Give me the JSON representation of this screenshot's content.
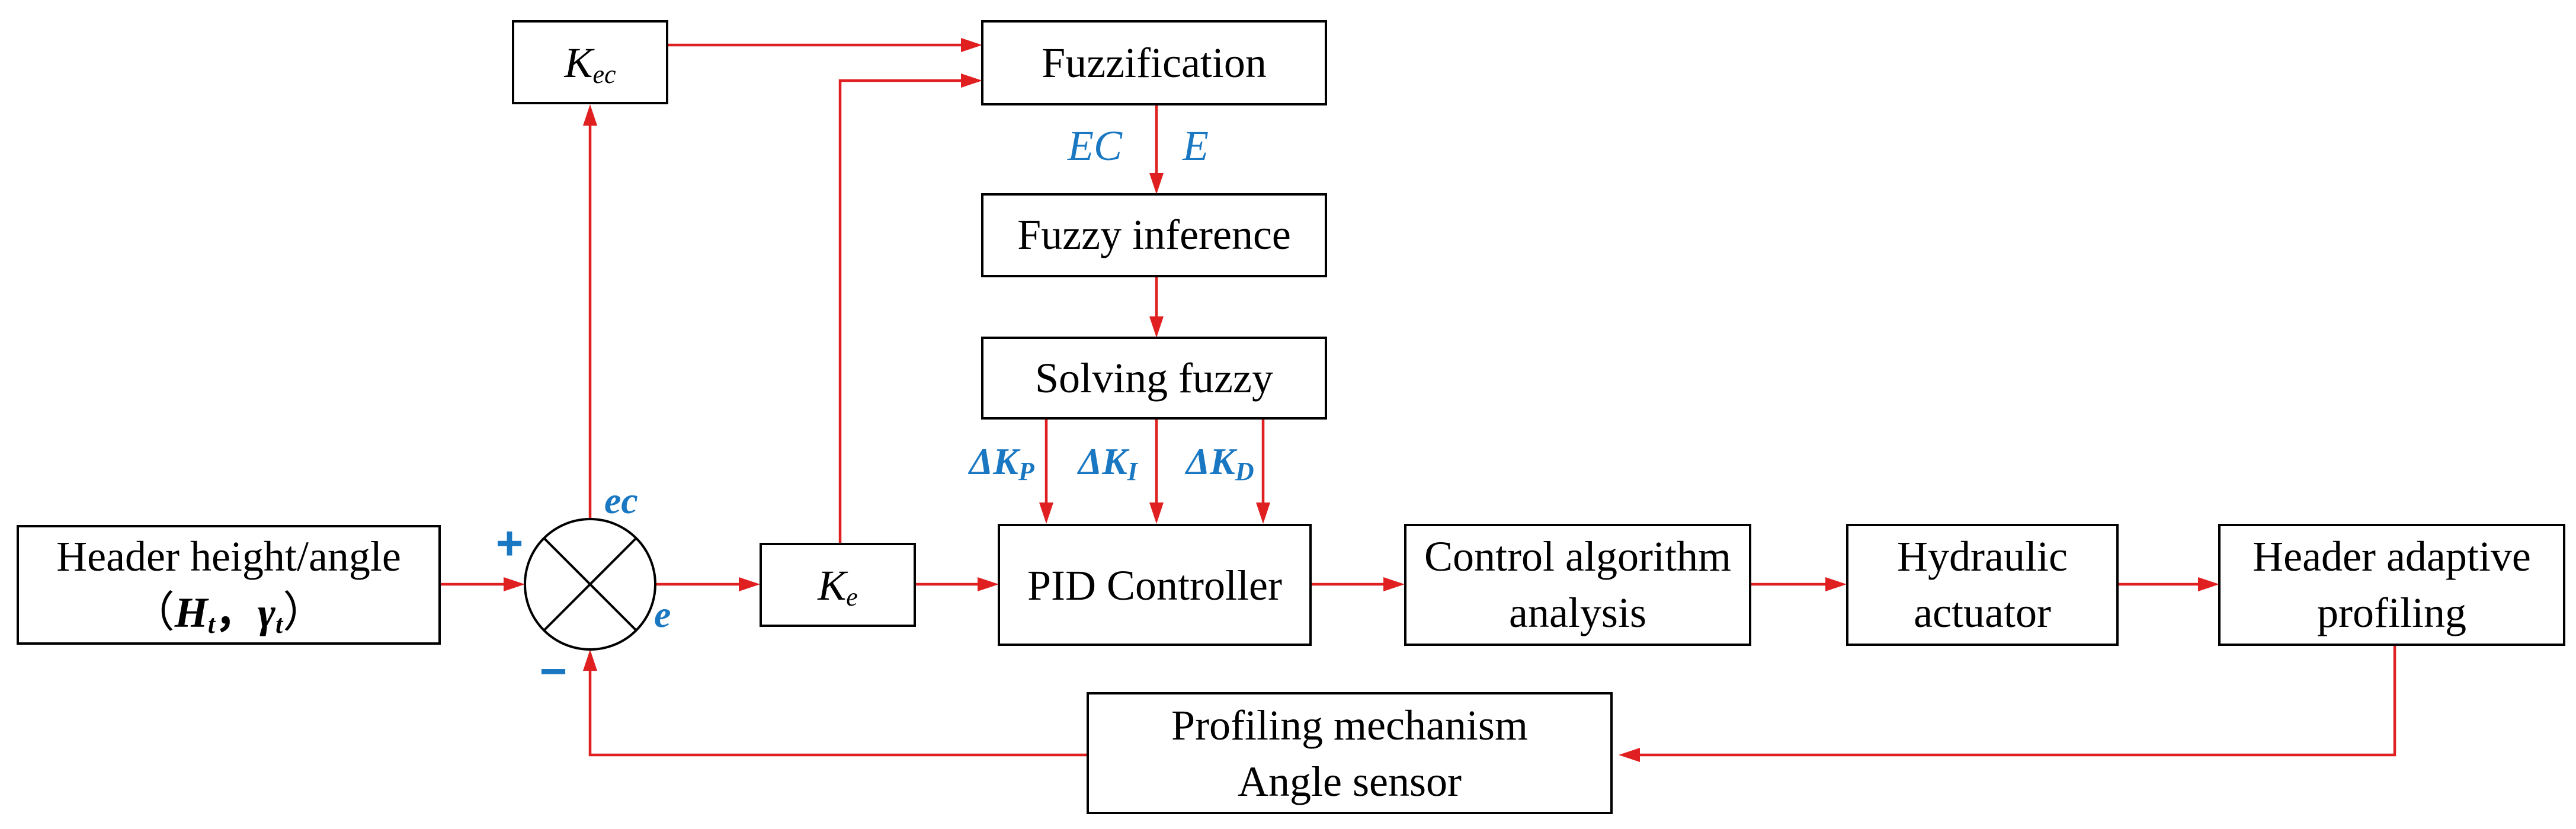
{
  "colors": {
    "wire": "#e02020",
    "signal_label": "#1a78c2",
    "box_border": "#000000"
  },
  "blocks": {
    "input": {
      "line1": "Header height/angle",
      "open": "（",
      "h": "H",
      "h_sub": "t",
      "sep": "，",
      "g": "γ",
      "g_sub": "t",
      "close": "）"
    },
    "kec": {
      "main": "K",
      "sub": "ec"
    },
    "ke": {
      "main": "K",
      "sub": "e"
    },
    "fuzzification": "Fuzzification",
    "fuzzy_inference": "Fuzzy inference",
    "solving_fuzzy": "Solving fuzzy",
    "pid": "PID Controller",
    "control_algorithm": {
      "line1": "Control algorithm",
      "line2": "analysis"
    },
    "hydraulic": {
      "line1": "Hydraulic",
      "line2": "actuator"
    },
    "header_profiling": {
      "line1": "Header adaptive",
      "line2": "profiling"
    },
    "feedback": {
      "line1": "Profiling mechanism",
      "line2": "Angle sensor"
    }
  },
  "signals": {
    "ec": "ec",
    "e": "e",
    "EC": "EC",
    "E": "E",
    "dkp": {
      "main": "ΔK",
      "sub": "P"
    },
    "dki": {
      "main": "ΔK",
      "sub": "I"
    },
    "dkd": {
      "main": "ΔK",
      "sub": "D"
    },
    "plus": "+",
    "minus": "−"
  }
}
